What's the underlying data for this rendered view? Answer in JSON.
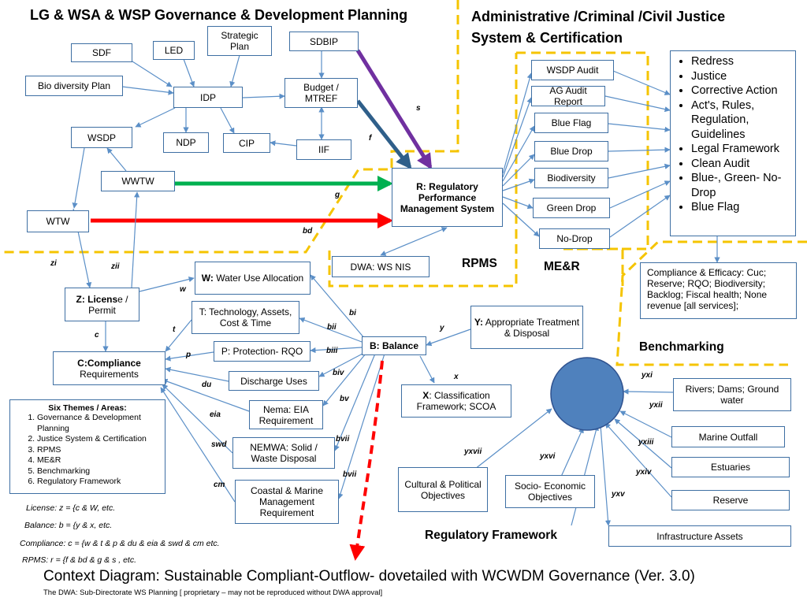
{
  "headers": {
    "governance": "LG & WSA & WSP Governance & Development Planning",
    "justice_line1": "Administrative /Criminal /Civil Justice",
    "justice_line2": "System & Certification"
  },
  "sections": {
    "rpms": "RPMS",
    "mer": "ME&R",
    "benchmarking": "Benchmarking",
    "regulatory": "Regulatory Framework"
  },
  "boxes": {
    "sdf": "SDF",
    "led": "LED",
    "strategic": "Strategic Plan",
    "sdbip": "SDBIP",
    "biodiversity_plan": "Bio diversity Plan",
    "idp": "IDP",
    "budget": "Budget / MTREF",
    "wsdp": "WSDP",
    "ndp": "NDP",
    "cip": "CIP",
    "iif": "IIF",
    "wwtw": "WWTW",
    "wtw": "WTW",
    "regulatory_bold": "R:",
    "regulatory_rest": "Regulatory Performance Management System",
    "dwa": "DWA: WS NIS",
    "wsdp_audit": "WSDP Audit",
    "ag_audit": "AG Audit Report",
    "blue_flag": "Blue Flag",
    "blue_drop": "Blue Drop",
    "biodiversity": "Biodiversity",
    "green_drop": "Green Drop",
    "no_drop": "No-Drop",
    "compliance_efficacy": "Compliance & Efficacy: Cuc; Reserve; RQO; Biodiversity; Backlog; Fiscal health; None revenue [all services];",
    "water_use_bold": "W:",
    "water_use_rest": "Water Use Allocation",
    "license_bold": "Z: Licens",
    "license_rest": "e / Permit",
    "technology": "T: Technology, Assets, Cost & Time",
    "protection": "P: Protection- RQO",
    "balance": "B: Balance",
    "compliance_bold": "C:Compliance",
    "compliance_rest": "Requirements",
    "discharge": "Discharge Uses",
    "nema": "Nema: EIA Requirement",
    "nemwa": "NEMWA: Solid / Waste Disposal",
    "coastal": "Coastal & Marine Management Requirement",
    "treatment_bold": "Y:",
    "treatment_rest": "Appropriate Treatment & Disposal",
    "classification_bold": "X",
    "classification_rest": ": Classification Framework; SCOA",
    "cultural": "Cultural & Political Objectives",
    "socio": "Socio- Economic Objectives",
    "rivers": "Rivers; Dams; Ground water",
    "marine_outfall": "Marine Outfall",
    "estuaries": "Estuaries",
    "reserve": "Reserve",
    "infrastructure": "Infrastructure Assets"
  },
  "justice_list": [
    "Redress",
    "Justice",
    "Corrective Action",
    "Act's, Rules, Regulation, Guidelines",
    "Legal Framework",
    "Clean Audit",
    "Blue-, Green- No-Drop",
    "Blue Flag"
  ],
  "six_themes": {
    "title": "Six Themes / Areas:",
    "items": [
      "Governance & Development Planning",
      "Justice System & Certification",
      "RPMS",
      "ME&R",
      "Benchmarking",
      "Regulatory Framework"
    ]
  },
  "edge_labels": {
    "s": "s",
    "f": "f",
    "g": "g",
    "bd": "bd",
    "zi": "zi",
    "zii": "zii",
    "w": "w",
    "t": "t",
    "c": "c",
    "p": "p",
    "du": "du",
    "eia": "eia",
    "swd": "swd",
    "cm": "cm",
    "bi": "bi",
    "bii": "bii",
    "biii": "biii",
    "biv": "biv",
    "bv": "bv",
    "bvii_a": "bvii",
    "bvii_b": "bvii",
    "y": "y",
    "x": "x",
    "yxi": "yxi",
    "yxii": "yxii",
    "yxiii": "yxiii",
    "yxiv": "yxiv",
    "yxv": "yxv",
    "yxvi": "yxvi",
    "yxvii": "yxvii"
  },
  "formulas": {
    "license": "License: z = {c & W, etc.",
    "balance": "Balance: b = {y & x, etc.",
    "compliance": "Compliance: c = {w & t & p & du & eia & swd & cm etc.",
    "rpms": "RPMS: r = {f & bd & g & s , etc."
  },
  "footer": {
    "title": "Context Diagram: Sustainable Compliant-Outflow- dovetailed with WCWDM Governance (Ver. 3.0)",
    "note": "The DWA: Sub-Directorate WS Planning [ proprietary – may not be reproduced without DWA approval]"
  },
  "colors": {
    "box_border": "#3e6fa3",
    "connector": "#5b8fc7",
    "dashed_divider": "#f5c400",
    "arrow_s": "#7030a0",
    "arrow_f": "#2f5f8a",
    "arrow_g": "#00b050",
    "arrow_bd": "#ff0000",
    "hub_fill": "#4f81bd"
  }
}
